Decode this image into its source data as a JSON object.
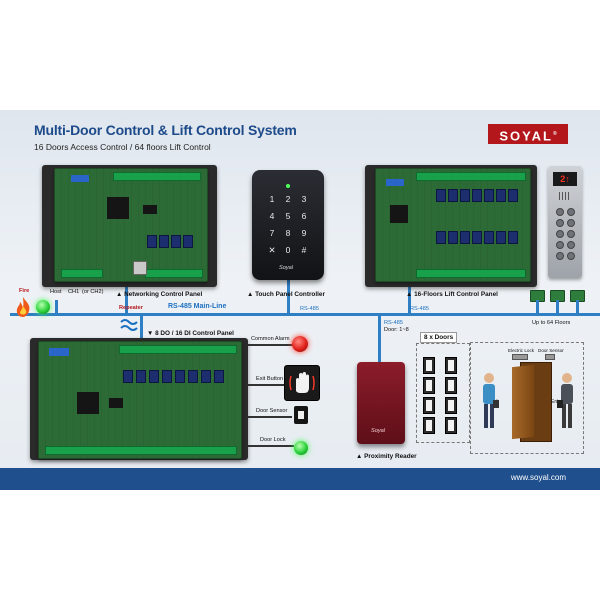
{
  "header": {
    "title": "Multi-Door Control & Lift Control System",
    "subtitle": "16 Doors Access Control / 64 floors Lift Control",
    "brand": "SOYAL",
    "brand_mark": "®"
  },
  "labels": {
    "fire": "Fire",
    "host": "Host",
    "ch1": "CH1",
    "ch2": "(or CH2)",
    "networking_panel": "▲ Networking Control Panel",
    "touch_panel": "▲ Touch Panel Controller",
    "lift_panel": "▲ 16-Floors Lift Control Panel",
    "repeater": "Repeater",
    "rs485_main": "RS-485 Main-Line",
    "rs485_a": "RS-485",
    "rs485_b": "RS-485",
    "rs485_c": "RS-485",
    "door_range": "Door: 1~8",
    "up_to_floors": "Up to 64 Floors",
    "do_di_panel": "▼ 8 DO / 16 DI Control Panel",
    "common_alarm": "Common Alarm",
    "exit_button": "Exit Button",
    "door_sensor": "Door Sensor",
    "door_lock": "Door Lock",
    "doors_count": "8 x Doors",
    "proximity_reader": "▲ Proximity Reader",
    "electric_lock": "Electric Lock",
    "door_sensor_small": "Door Sensor",
    "exit": "Exit",
    "entry": "Entry",
    "reader_brand": "Soyal",
    "touch_brand": "Soyal"
  },
  "keypad": {
    "keys": [
      "1",
      "2",
      "3",
      "4",
      "5",
      "6",
      "7",
      "8",
      "9",
      "✕",
      "0",
      "#"
    ]
  },
  "lift_display": "2↑",
  "footer": {
    "url": "www.soyal.com"
  },
  "colors": {
    "brand_red": "#b3171c",
    "line_blue": "#2f7fc4",
    "title_blue": "#1d4a8a",
    "footer_blue": "#1f4f8c"
  },
  "icons": [
    "fire-icon",
    "repeater-wave-icon",
    "hand-exit-icon",
    "door-sensor-icon",
    "green-indicator-icon",
    "red-alarm-icon"
  ]
}
